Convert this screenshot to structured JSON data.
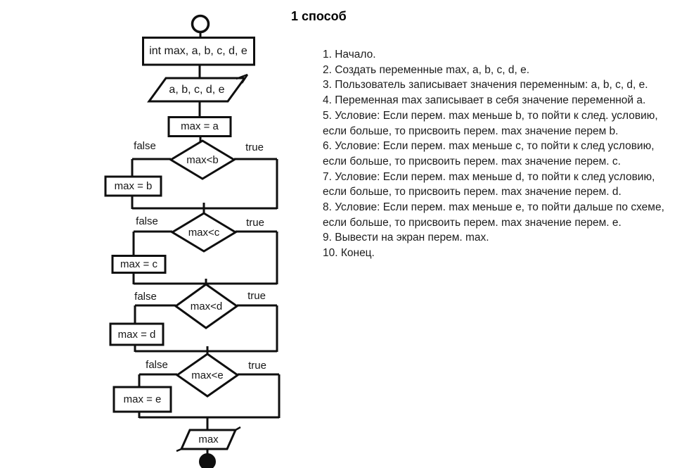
{
  "title": "1 способ",
  "flowchart": {
    "nodes": {
      "declare": "int max, a, b, c, d, e",
      "input": "a, b, c, d, e",
      "assign_a": "max = a",
      "cond_b": "max<b",
      "assign_b": "max = b",
      "cond_c": "max<c",
      "assign_c": "max = c",
      "cond_d": "max<d",
      "assign_d": "max = d",
      "cond_e": "max<e",
      "assign_e": "max = e",
      "output": "max"
    },
    "branches": [
      {
        "false_label": "false",
        "true_label": "true"
      },
      {
        "false_label": "false",
        "true_label": "true"
      },
      {
        "false_label": "false",
        "true_label": "true"
      },
      {
        "false_label": "false",
        "true_label": "true"
      }
    ]
  },
  "steps": [
    {
      "lines": [
        "1. Начало."
      ]
    },
    {
      "lines": [
        "2. Создать переменные max, a, b, c, d, e."
      ]
    },
    {
      "lines": [
        "3. Пользователь записывает значения переменным: a, b, c, d, e."
      ]
    },
    {
      "lines": [
        "4. Переменная max записывает в себя значение переменной a."
      ]
    },
    {
      "lines": [
        "5. Условие: Если перем. max меньше b, то пойти к след. условию,",
        "если больше, то присвоить перем. max значение перем b."
      ]
    },
    {
      "lines": [
        "6. Условие: Если перем. max меньше c, то пойти к след условию,",
        "если больше, то присвоить перем. max значение перем. c."
      ]
    },
    {
      "lines": [
        "7. Условие: Если перем. max меньше d, то пойти к след условию,",
        "если больше, то присвоить перем. max значение перем. d."
      ]
    },
    {
      "lines": [
        "8. Условие: Если перем. max меньше e, то пойти дальше по схеме,",
        "если больше, то присвоить перем. max значение перем. e."
      ]
    },
    {
      "lines": [
        "9. Вывести на экран перем. max."
      ]
    },
    {
      "lines": [
        "10. Конец."
      ]
    }
  ]
}
